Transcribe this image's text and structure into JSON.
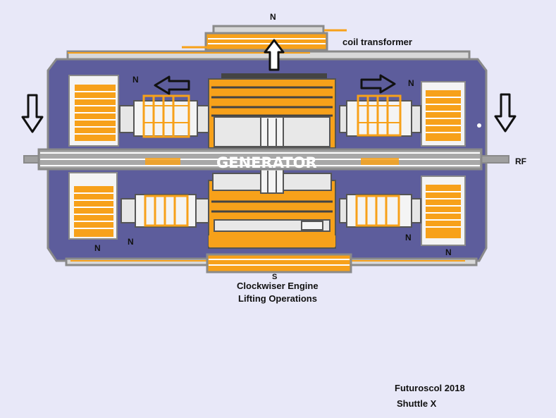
{
  "labels": {
    "n_top": "N",
    "coil_transformer": "coil transformer",
    "n_upper_left": "N",
    "n_upper_right": "N",
    "generator": "GENERATOR",
    "rf": "RF",
    "n_lower_left_a": "N",
    "n_lower_left_b": "N",
    "n_lower_right_a": "N",
    "n_lower_right_b": "N",
    "s_bottom": "S",
    "caption_line1": "Clockwiser Engine",
    "caption_line2": "Lifting Operations",
    "credit_line1": "Futuroscol 2018",
    "credit_line2": "Shuttle X"
  },
  "colors": {
    "background": "#e8e8f8",
    "housing": "#5d5d9c",
    "coil": "#f7a11a",
    "frame": "#8a8a8a",
    "coil_box": "#f4f4f4"
  },
  "icons": {
    "up": "arrow-up-icon",
    "down": "arrow-down-icon",
    "left": "arrow-left-icon",
    "right": "arrow-right-icon"
  }
}
